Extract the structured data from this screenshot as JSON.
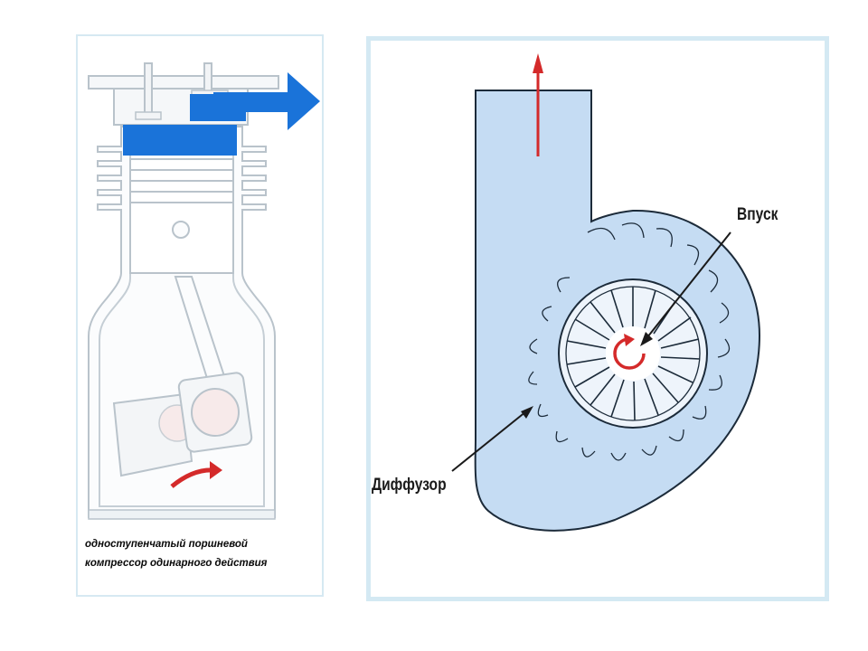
{
  "left_panel": {
    "caption_line_1": "одноступенчатый поршневой",
    "caption_line_2": "компрессор одинарного действия"
  },
  "right_panel": {
    "label_inlet": "Впуск",
    "label_diffuser": "Диффузор"
  },
  "colors": {
    "compressed_air": "#1a73d9",
    "casing_fill": "#c5dcf3",
    "arrow_red": "#d42a2a",
    "panel_border": "#d5e9f3"
  }
}
